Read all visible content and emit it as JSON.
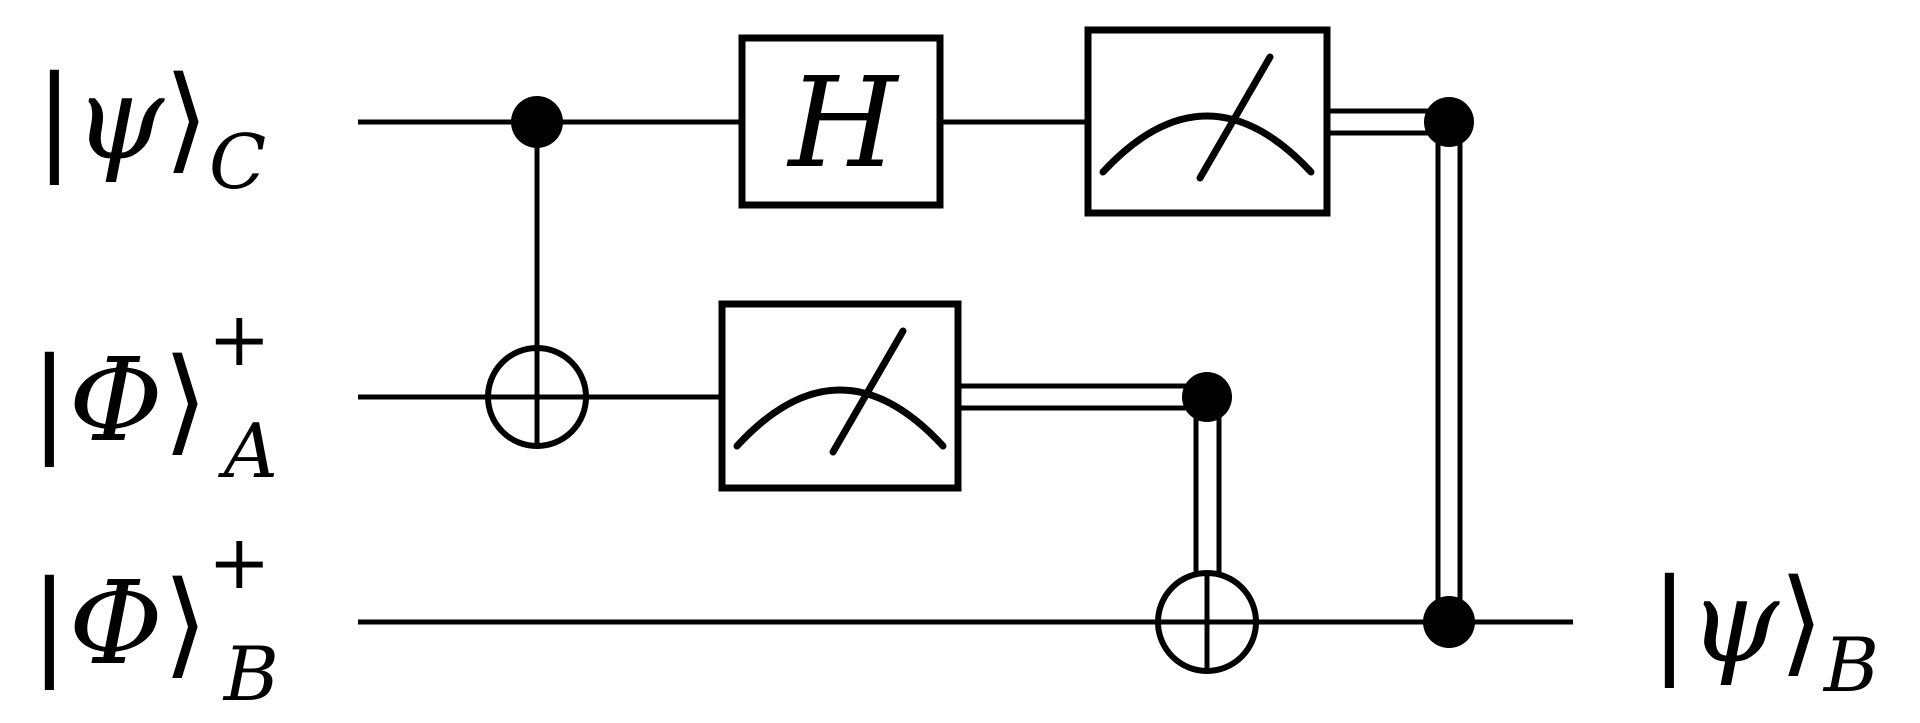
{
  "figure": {
    "name": "quantum-teleportation-circuit",
    "background_color": "#ffffff",
    "ink_color": "#000000"
  },
  "labels": {
    "input_c": {
      "bar": "|",
      "letter": "ψ",
      "rangle": "⟩",
      "sub": "C"
    },
    "input_a": {
      "bar": "|",
      "letter": "Φ",
      "rangle": "⟩",
      "sup": "+",
      "sub": "A"
    },
    "input_b": {
      "bar": "|",
      "letter": "Φ",
      "rangle": "⟩",
      "sup": "+",
      "sub": "B"
    },
    "output_b": {
      "bar": "|",
      "letter": "ψ",
      "rangle": "⟩",
      "sub": "B"
    },
    "hadamard": "H"
  },
  "circuit": {
    "wires": [
      {
        "name": "C",
        "input_state": "|ψ⟩_C",
        "kind": "quantum"
      },
      {
        "name": "A",
        "input_state": "|Φ⟩⁺_A",
        "kind": "quantum"
      },
      {
        "name": "B",
        "input_state": "|Φ⟩⁺_B",
        "output_state": "|ψ⟩_B",
        "kind": "quantum"
      }
    ],
    "elements": [
      {
        "type": "cnot",
        "control_wire": "C",
        "target_wire": "A"
      },
      {
        "type": "hadamard-gate",
        "label": "H",
        "wire": "C"
      },
      {
        "type": "measurement-meter",
        "wire": "A",
        "output": "classical-double-wire"
      },
      {
        "type": "measurement-meter",
        "wire": "C",
        "output": "classical-double-wire"
      },
      {
        "type": "classically-controlled-not",
        "control_source": "measurement-A",
        "target_wire": "B",
        "symbol": "oplus"
      },
      {
        "type": "classically-controlled-correction",
        "control_source": "measurement-C",
        "target_wire": "B",
        "symbol": "filled-dot"
      }
    ]
  }
}
